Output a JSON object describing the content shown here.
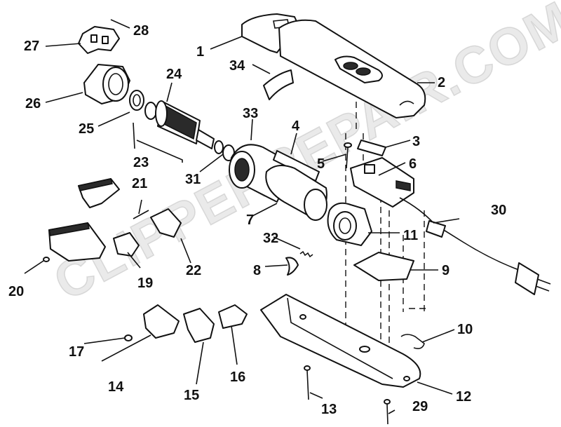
{
  "watermark": "CLIPPERREPAIR.COM",
  "labels": {
    "p1": "1",
    "p2": "2",
    "p3": "3",
    "p4": "4",
    "p5": "5",
    "p6": "6",
    "p7": "7",
    "p8": "8",
    "p9": "9",
    "p10": "10",
    "p11": "11",
    "p12": "12",
    "p13": "13",
    "p14": "14",
    "p15": "15",
    "p16": "16",
    "p17": "17",
    "p19": "19",
    "p20": "20",
    "p21": "21",
    "p22": "22",
    "p23": "23",
    "p24": "24",
    "p25": "25",
    "p26": "26",
    "p27": "27",
    "p28": "28",
    "p29": "29",
    "p30": "30",
    "p31": "31",
    "p32": "32",
    "p33": "33",
    "p34": "34"
  }
}
